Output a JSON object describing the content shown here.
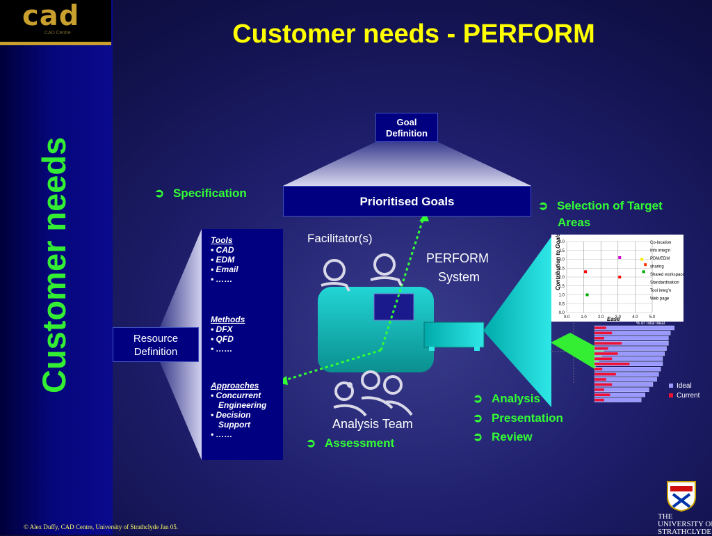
{
  "logo": {
    "text": "cad",
    "subtitle": "CAD Centre"
  },
  "side_title": "Customer needs",
  "title": "Customer needs - PERFORM",
  "goal_definition": {
    "line1": "Goal",
    "line2": "Definition"
  },
  "prioritised_goals": "Prioritised Goals",
  "resource_definition": {
    "line1": "Resource",
    "line2": "Definition"
  },
  "bullets": {
    "specification": "Specification",
    "selection": {
      "line1": "Selection of Target",
      "line2": "Areas"
    },
    "analysis": "Analysis",
    "presentation": "Presentation",
    "review": "Review",
    "assessment": "Assessment"
  },
  "labels": {
    "facilitators": "Facilitator(s)",
    "perform": "PERFORM",
    "system": "System",
    "analysis_team": "Analysis Team"
  },
  "panel": {
    "tools": {
      "title": "Tools",
      "items": [
        "CAD",
        "EDM",
        "Email",
        "……"
      ]
    },
    "methods": {
      "title": "Methods",
      "items": [
        "DFX",
        "QFD",
        "……"
      ]
    },
    "approaches": {
      "title": "Approaches",
      "items": [
        "Concurrent Engineering",
        "Decision Support",
        "……"
      ]
    }
  },
  "chart_data": [
    {
      "type": "scatter",
      "xlabel": "Ease",
      "ylabel": "Contribution to Goals",
      "xlim": [
        0,
        5
      ],
      "ylim": [
        0,
        4
      ],
      "xticks": [
        "0.0",
        "1.0",
        "2.0",
        "3.0",
        "4.0",
        "5.0"
      ],
      "yticks": [
        "0.0",
        "0.5",
        "1.0",
        "1.5",
        "2.0",
        "2.5",
        "3.0",
        "3.5",
        "4.0"
      ],
      "legend": [
        "Co-location",
        "Info integ'n",
        "PDM/EDM",
        "sharing",
        "Shared workspace",
        "Standardisation",
        "Tool integ'n",
        "Web page"
      ],
      "points": [
        {
          "x": 3.1,
          "y": 3.1,
          "color": "#cc00cc"
        },
        {
          "x": 4.4,
          "y": 3.0,
          "color": "#ffee00"
        },
        {
          "x": 4.6,
          "y": 2.7,
          "color": "#ff3300"
        },
        {
          "x": 4.5,
          "y": 2.3,
          "color": "#00aa00"
        },
        {
          "x": 1.1,
          "y": 2.3,
          "color": "#ff0000"
        },
        {
          "x": 3.1,
          "y": 2.0,
          "color": "#ff0000"
        },
        {
          "x": 1.2,
          "y": 1.0,
          "color": "#00aa00"
        }
      ]
    },
    {
      "type": "bar",
      "orientation": "horizontal",
      "xlabel": "% of Total Ideal",
      "series": [
        {
          "name": "Ideal",
          "color": "#9999ff",
          "values": [
            4.1,
            3.9,
            3.8,
            3.8,
            3.7,
            3.6,
            3.5,
            3.5,
            3.4,
            3.3,
            3.2,
            3.0,
            2.8,
            2.6,
            2.4
          ]
        },
        {
          "name": "Current",
          "color": "#ee1133",
          "values": [
            0.6,
            0.9,
            0.5,
            1.4,
            0.7,
            1.2,
            0.9,
            1.8,
            0.4,
            1.1,
            0.6,
            0.9,
            0.5,
            0.8,
            0.5
          ]
        }
      ]
    }
  ]
}
